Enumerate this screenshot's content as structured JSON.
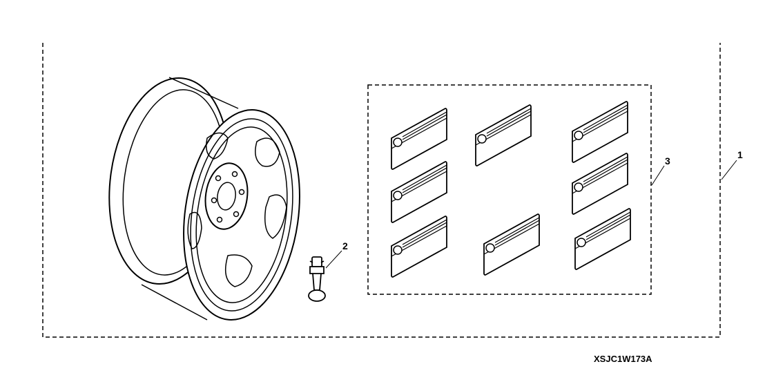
{
  "diagram": {
    "callouts": [
      {
        "number": "1",
        "part": "kit-outline"
      },
      {
        "number": "2",
        "part": "valve-stem"
      },
      {
        "number": "3",
        "part": "label-set"
      }
    ],
    "drawing_code": "XSJC1W173A",
    "colors": {
      "line": "#000000",
      "background": "#ffffff"
    }
  }
}
